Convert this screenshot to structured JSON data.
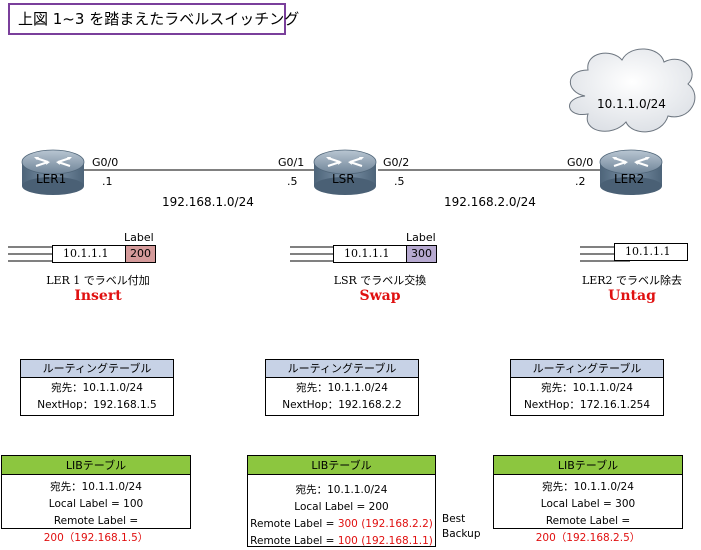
{
  "title": "上図 1~3 を踏まえたラベルスイッチング",
  "cloud_label": "10.1.1.0/24",
  "routers": [
    {
      "name": "LER1"
    },
    {
      "name": "LSR"
    },
    {
      "name": "LER2"
    }
  ],
  "links": {
    "ler1_if": "G0/0",
    "ler1_ip": ".1",
    "lsr_left_if": "G0/1",
    "lsr_left_ip": ".5",
    "lsr_right_if": "G0/2",
    "lsr_right_ip": ".5",
    "ler2_if": "G0/0",
    "ler2_ip": ".2",
    "net1": "192.168.1.0/24",
    "net2": "192.168.2.0/24"
  },
  "packets": [
    {
      "dest": "10.1.1.1",
      "label_caption": "Label",
      "label": "200",
      "label_color": "#d49a9a",
      "caption": "LER 1 でラベル付加",
      "operation": "Insert"
    },
    {
      "dest": "10.1.1.1",
      "label_caption": "Label",
      "label": "300",
      "label_color": "#b6a9d0",
      "caption": "LSR でラベル交換",
      "operation": "Swap"
    },
    {
      "dest": "10.1.1.1",
      "caption": "LER2 でラベル除去",
      "operation": "Untag"
    }
  ],
  "routing_tables": [
    {
      "header": "ルーティングテーブル",
      "dest": "宛先：10.1.1.0/24",
      "nexthop": "NextHop：192.168.1.5"
    },
    {
      "header": "ルーティングテーブル",
      "dest": "宛先：10.1.1.0/24",
      "nexthop": "NextHop：192.168.2.2"
    },
    {
      "header": "ルーティングテーブル",
      "dest": "宛先：10.1.1.0/24",
      "nexthop": "NextHop：172.16.1.254"
    }
  ],
  "lib_tables": [
    {
      "header": "LIBテーブル",
      "dest": "宛先：10.1.1.0/24",
      "local": "Local Label = 100",
      "remote_prefix": "Remote Label = ",
      "remote_red": "200（192.168.1.5）"
    },
    {
      "header": "LIBテーブル",
      "dest": "宛先：10.1.1.0/24",
      "local": "Local Label = 200",
      "remote_prefix": "Remote Label = ",
      "remote_red": "300 (192.168.2.2)",
      "remote2_prefix": "Remote Label = ",
      "remote2_red": "100 (192.168.1.1)",
      "best": "Best",
      "backup": "Backup"
    },
    {
      "header": "LIBテーブル",
      "dest": "宛先：10.1.1.0/24",
      "local": "Local Label = 300",
      "remote_prefix": "Remote Label = ",
      "remote_red": "200（192.168.2.5）"
    }
  ],
  "colors": {
    "title_border": "#7a3f9b",
    "routing_header": "#c7d2e6",
    "lib_header": "#8cc63f",
    "operation_text": "#e01010"
  }
}
